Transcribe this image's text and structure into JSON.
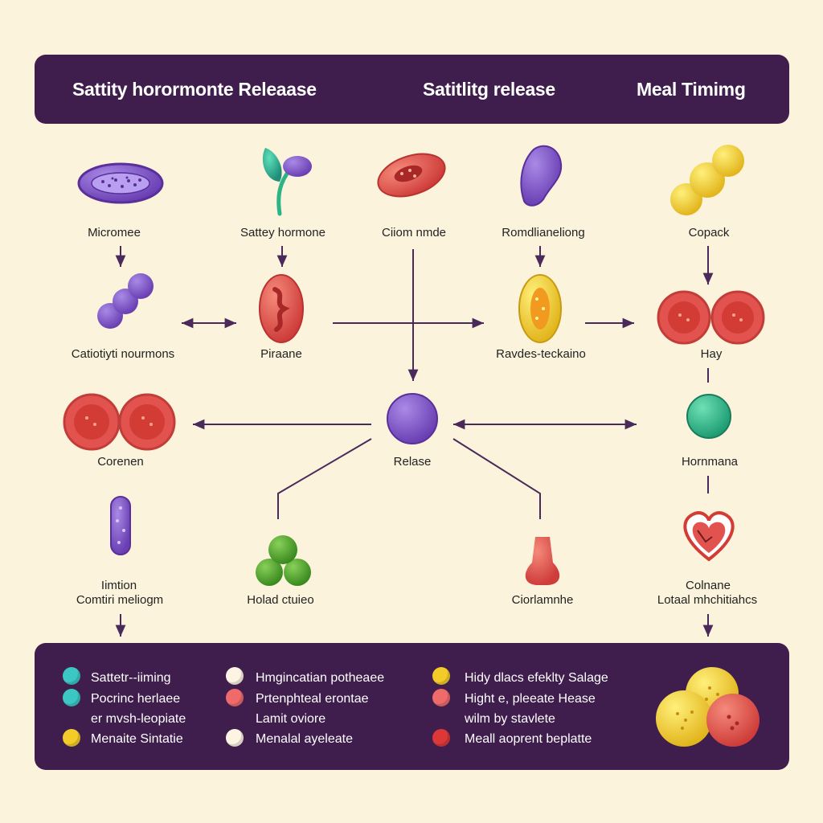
{
  "header": {
    "title_left": "Sattity horormonte Releaase",
    "title_center": "Satitlitg release",
    "title_right": "Meal Timimg"
  },
  "nodes": {
    "micromee": "Micromee",
    "satiety_hormone": "Sattey hormone",
    "ciiom_nmde": "Ciiom nmde",
    "romdlia": "Romdlianeliong",
    "copack": "Copack",
    "catiotiyti": "Catiotiyti nourmons",
    "piraane": "Piraane",
    "ravdes": "Ravdes-teckaino",
    "hay": "Hay",
    "corenen": "Corenen",
    "release": "Relase",
    "hornmana": "Hornmana",
    "limtion": "Iimtion",
    "comtiri": "Comtiri meliogm",
    "holad": "Holad ctuieo",
    "ciorlamnhe": "Ciorlamnhe",
    "colnane": "Colnane",
    "lotaal": "Lotaal mhchitiahcs"
  },
  "legend": {
    "items": [
      {
        "label": "Sattetr--iiming",
        "color": "#3cc7c4"
      },
      {
        "label": "Pocrinc herlaee",
        "color": "#3cc7c4"
      },
      {
        "label": "er mvsh-leopiate",
        "color": null
      },
      {
        "label": "Menaite Sintatie",
        "color": "#f3cc2a"
      },
      {
        "label": "Hmgincatian potheaee",
        "color": "#fdf4e4"
      },
      {
        "label": "Prtenphteal erontae",
        "color": "#ef6b6b"
      },
      {
        "label": "Lamit oviore",
        "color": null
      },
      {
        "label": "Menalal ayeleate",
        "color": "#fdf4e4"
      },
      {
        "label": "Hidy dlacs efeklty Salage",
        "color": "#f3cc2a"
      },
      {
        "label": "Hight e, pleeate Hease",
        "color": "#ef6b6b"
      },
      {
        "label": "wilm by stavlete",
        "color": null
      },
      {
        "label": "Meall aoprent beplatte",
        "color": "#dc3838"
      }
    ]
  },
  "colors": {
    "background": "#fbf3dc",
    "panel": "#3f1d4d",
    "arrow": "#4a2a5a",
    "purple": "#7a4cc2",
    "red": "#e2534f",
    "yellow": "#f1cf2b",
    "green": "#2eb387",
    "olive_green": "#4e9a2a"
  }
}
